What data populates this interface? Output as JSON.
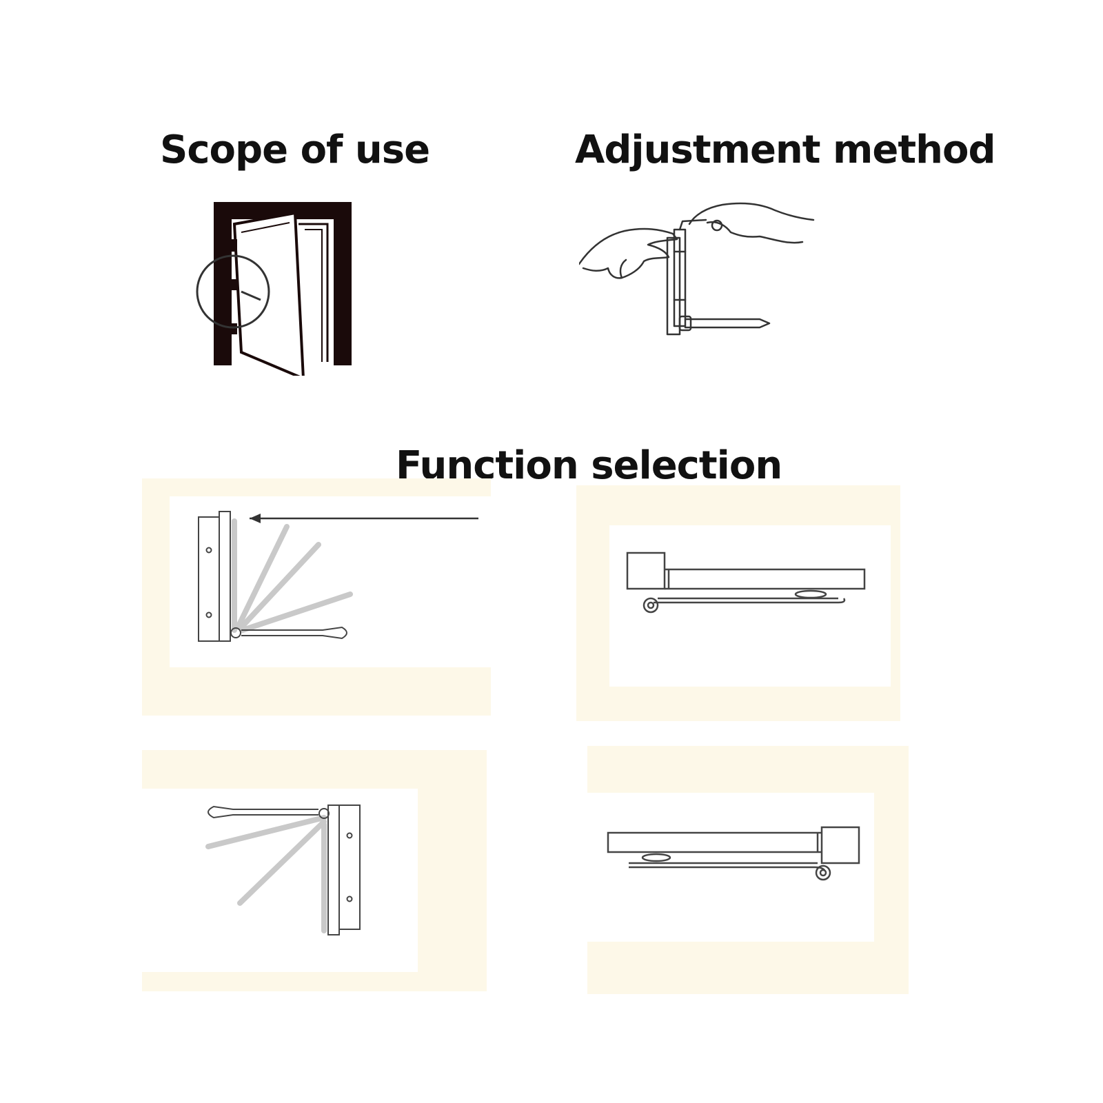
{
  "headings": {
    "scope_of_use": "Scope of use",
    "adjustment_method": "Adjustment method",
    "function_selection": "Function selection"
  },
  "colors": {
    "panel_tint": "#fdf8e8",
    "line": "#333333",
    "frame": "#1a0a0a",
    "faded": "#c9c9c9"
  },
  "icons": {
    "scope": "door-with-closer-icon",
    "adjust": "hands-adjusting-closer-icon",
    "fn1": "arm-swing-left-mount-icon",
    "fn2": "closer-side-view-right-icon",
    "fn3": "arm-swing-right-mount-icon",
    "fn4": "closer-side-view-left-icon"
  }
}
